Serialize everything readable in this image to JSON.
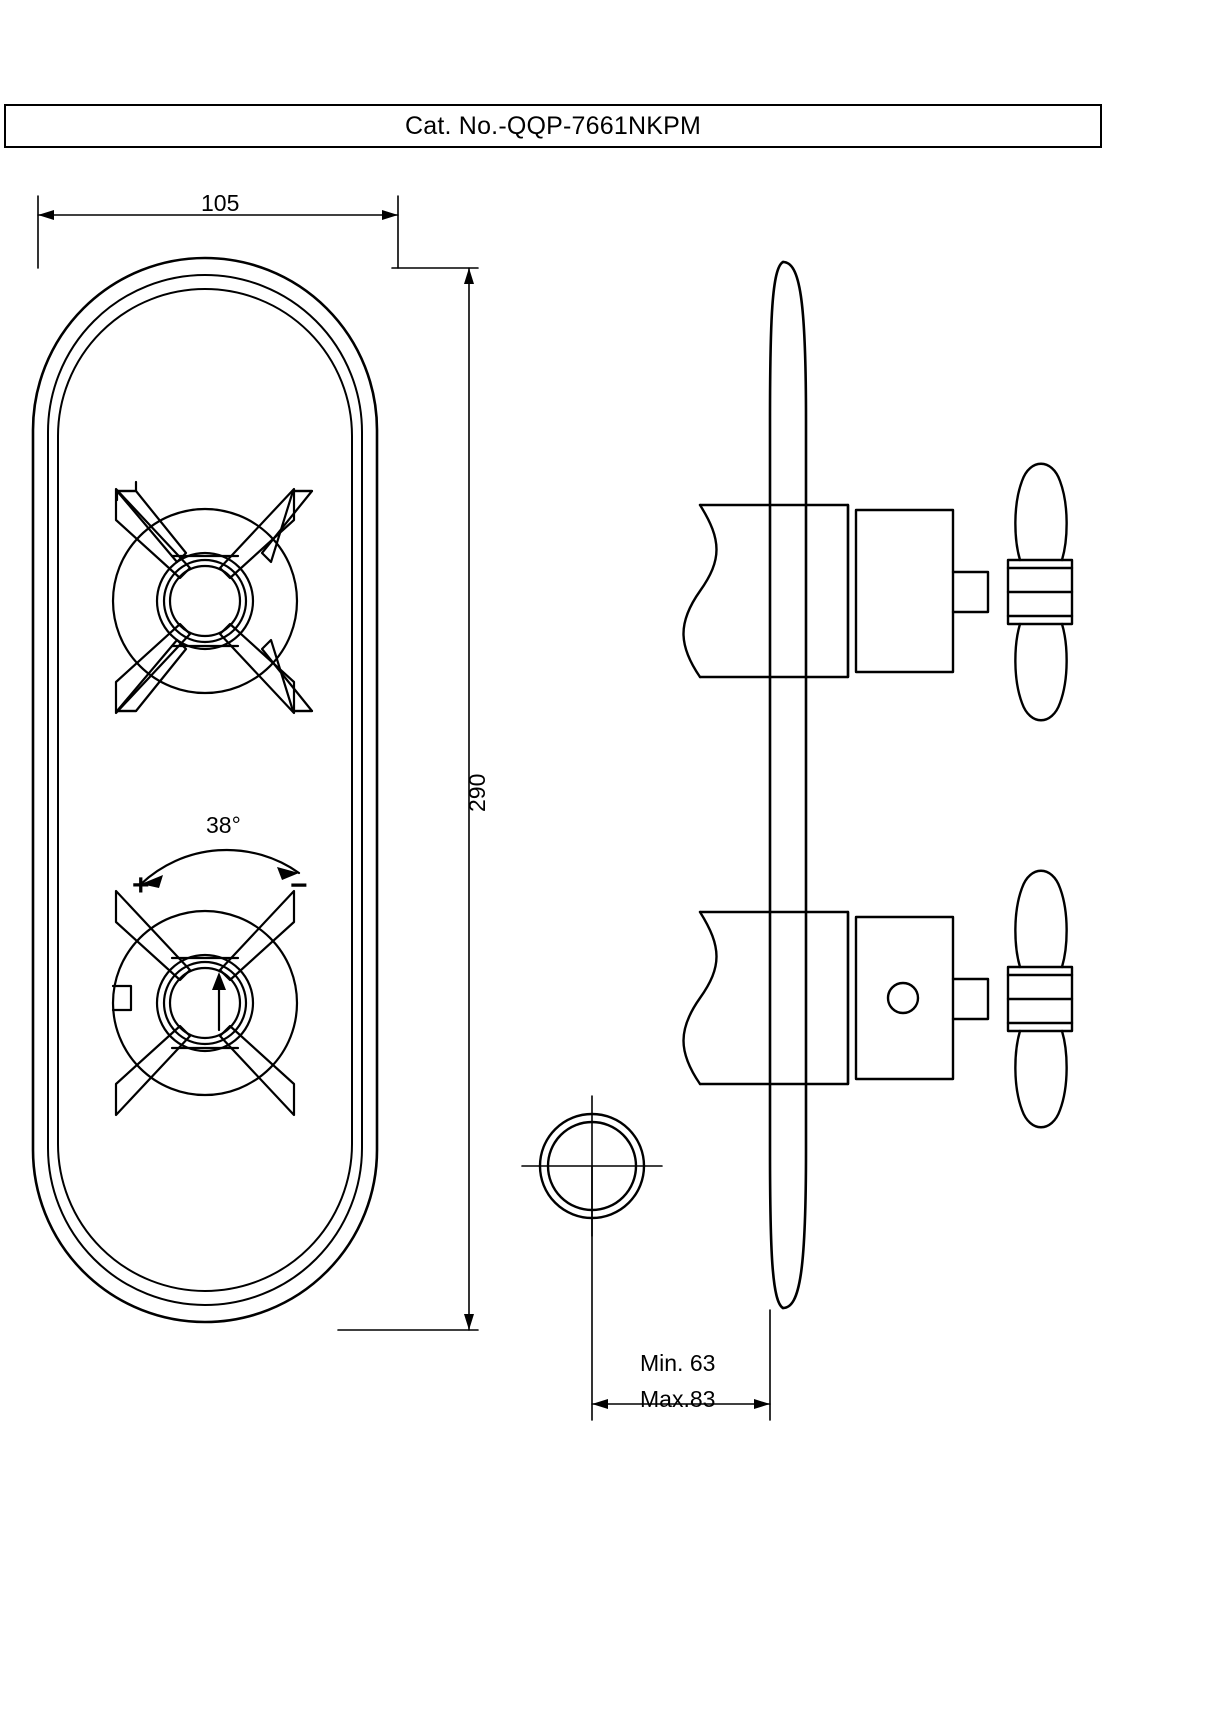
{
  "drawing": {
    "title": "Cat. No.-QQP-7661NKPM",
    "dimensions": {
      "width_label": "105",
      "height_label": "290",
      "min_depth_label": "Min. 63",
      "max_depth_label": "Max.83"
    },
    "annotations": {
      "temperature_label": "38°",
      "plus_symbol": "+",
      "minus_symbol": "−"
    },
    "colors": {
      "line": "#000000",
      "background": "#ffffff"
    },
    "views": {
      "front_view": "front-elevation-oval-plate-two-cross-handles",
      "side_view": "side-section-view",
      "detail_view": "outlet-circle-detail"
    }
  }
}
